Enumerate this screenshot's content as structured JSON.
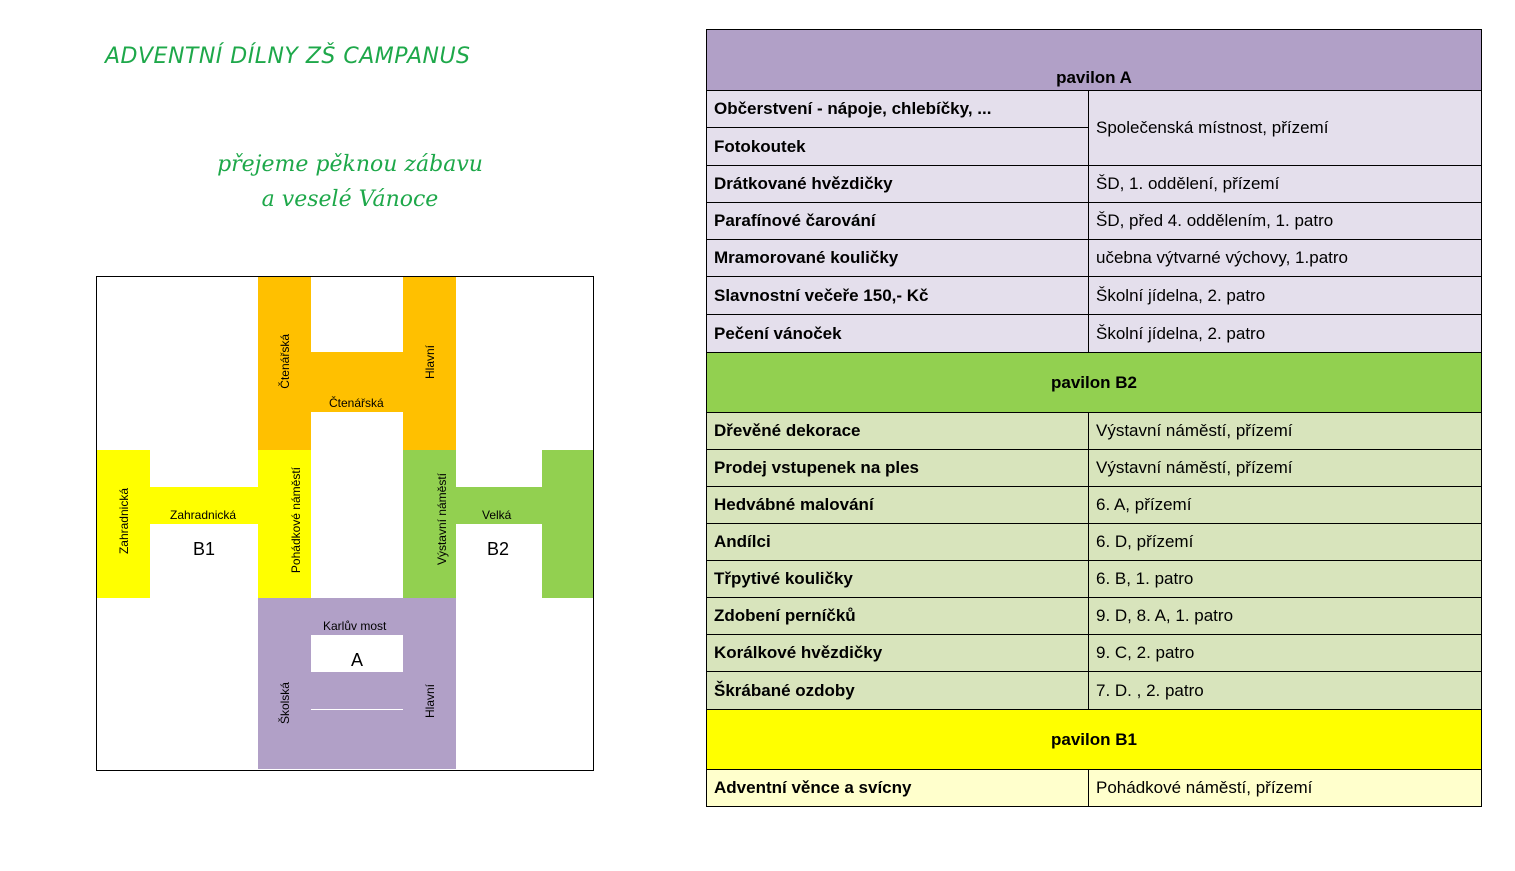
{
  "header": {
    "title": "ADVENTNÍ DÍLNY ZŠ CAMPANUS",
    "greeting_line1": "přejeme pěknou zábavu",
    "greeting_line2": "a veselé Vánoce"
  },
  "map": {
    "labels": {
      "ctenarska_left": "Čtenářská",
      "ctenarska_mid": "Čtenářská",
      "hlavni_top": "Hlavní",
      "zahradnicka_left": "Zahradnická",
      "zahradnicka_mid": "Zahradnická",
      "pohadkove": "Pohádkové náměstí",
      "vystavni": "Výstavní náměstí",
      "velka": "Velká",
      "b1": "B1",
      "b2": "B2",
      "karluv_most": "Karlův most",
      "a": "A",
      "skolska": "Školská",
      "hlavni_bottom": "Hlavní"
    },
    "colors": {
      "pavilon_a": "#b1a0c7",
      "pavilon_b1": "#ffff00",
      "pavilon_b2": "#92d050",
      "top_wing": "#ffc000"
    }
  },
  "schedule": {
    "pavilon_a": {
      "header": "pavilon A",
      "rows": [
        {
          "name": "Občerstvení - nápoje, chlebíčky, ...",
          "place": "Společenská místnost, přízemí"
        },
        {
          "name": "Fotokoutek",
          "place": ""
        },
        {
          "name": "Drátkované hvězdičky",
          "place": "ŠD, 1. oddělení, přízemí"
        },
        {
          "name": "Parafínové čarování",
          "place": "ŠD, před 4. oddělením, 1. patro"
        },
        {
          "name": "Mramorované kouličky",
          "place": "učebna výtvarné výchovy, 1.patro"
        },
        {
          "name": "Slavnostní večeře 150,- Kč",
          "place": "Školní jídelna, 2. patro"
        },
        {
          "name": "Pečení vánoček",
          "place": "Školní jídelna, 2. patro"
        }
      ]
    },
    "pavilon_b2": {
      "header": "pavilon B2",
      "rows": [
        {
          "name": "Dřevěné dekorace",
          "place": "Výstavní náměstí, přízemí"
        },
        {
          "name": "Prodej vstupenek na ples",
          "place": "Výstavní náměstí, přízemí"
        },
        {
          "name": "Hedvábné malování",
          "place": "6. A, přízemí"
        },
        {
          "name": "Andílci",
          "place": "6. D, přízemí"
        },
        {
          "name": "Třpytivé kouličky",
          "place": "6. B, 1. patro"
        },
        {
          "name": "Zdobení perníčků",
          "place": "9. D, 8. A, 1. patro"
        },
        {
          "name": "Korálkové hvězdičky",
          "place": "9. C, 2. patro"
        },
        {
          "name": "Škrábané ozdoby",
          "place": "7. D. , 2. patro"
        }
      ]
    },
    "pavilon_b1": {
      "header": "pavilon B1",
      "rows": [
        {
          "name": "Adventní věnce a svícny",
          "place": "Pohádkové náměstí, přízemí"
        }
      ]
    }
  }
}
